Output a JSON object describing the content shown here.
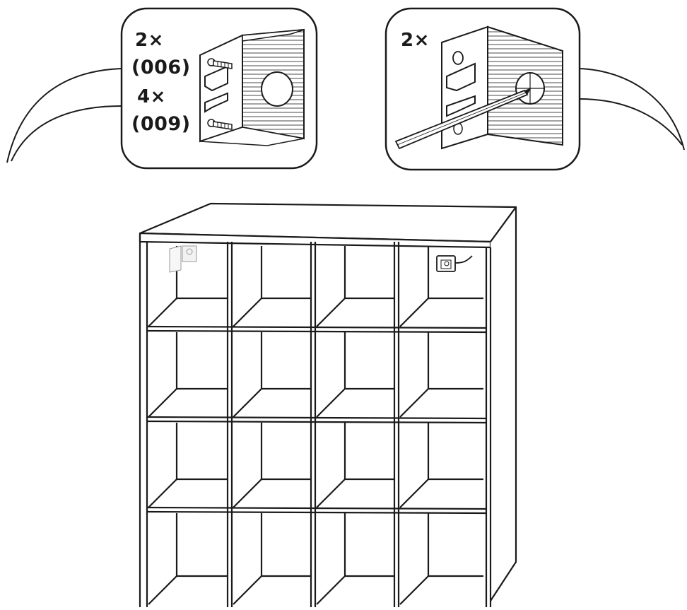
{
  "callout_left": {
    "qty_1": "2×",
    "part_1": "(006)",
    "qty_2": "4×",
    "part_2": "(009)"
  },
  "callout_right": {
    "qty_1": "2×"
  },
  "colors": {
    "stroke": "#1a1a1a",
    "background": "#ffffff",
    "bracket_fill": "#f2f2f2"
  },
  "icons": [
    "angle-bracket-icon",
    "screw-icon",
    "pencil-icon",
    "wall-plug-icon"
  ]
}
